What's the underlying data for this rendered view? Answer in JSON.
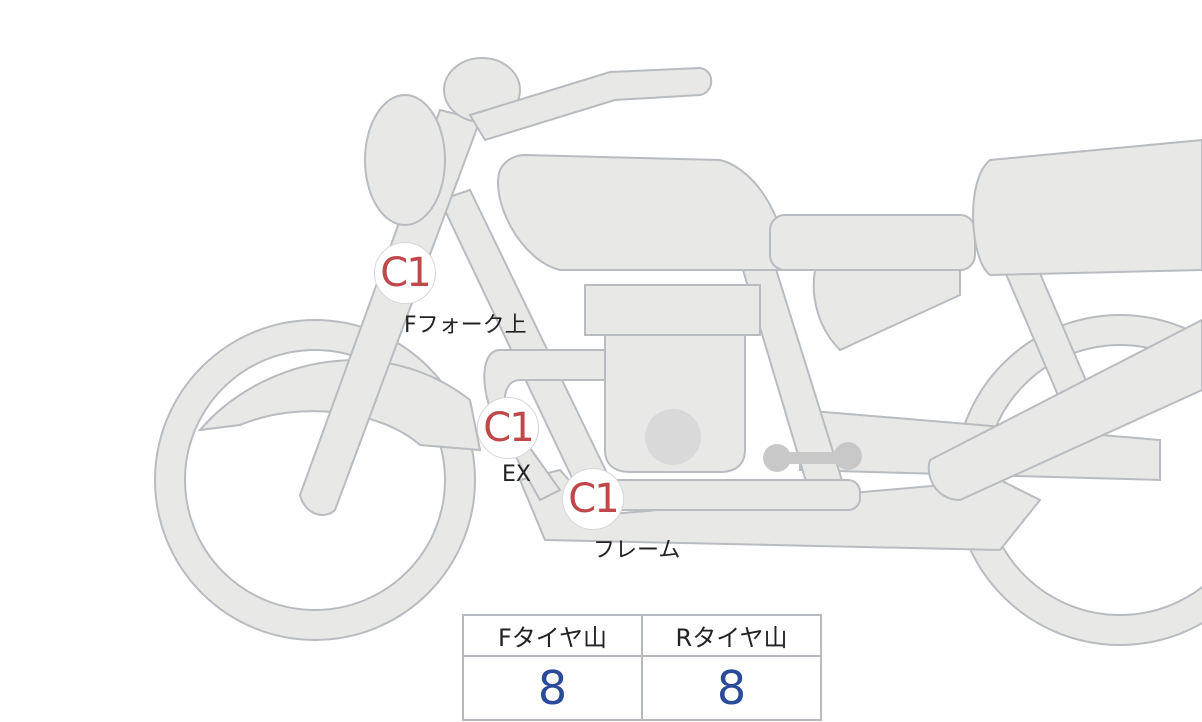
{
  "points": [
    {
      "badge": "C1",
      "label": "Fフォーク上"
    },
    {
      "badge": "C1",
      "label": "EX"
    },
    {
      "badge": "C1",
      "label": "フレーム"
    }
  ],
  "tread_table": {
    "headers": [
      "Fタイヤ山",
      "Rタイヤ山"
    ],
    "values": [
      "8",
      "8"
    ]
  },
  "colors": {
    "badge_text": "#c0474a",
    "value_text": "#2a4a9a",
    "bike_fill": "#e8e8e6",
    "bike_stroke": "#b8bcc0"
  }
}
